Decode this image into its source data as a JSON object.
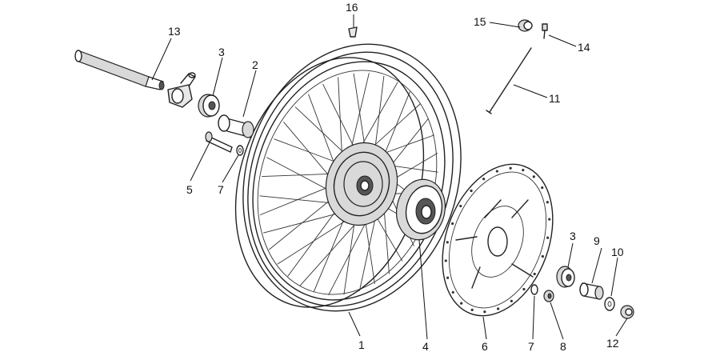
{
  "callouts": [
    {
      "id": "c1",
      "text": "1"
    },
    {
      "id": "c2",
      "text": "2"
    },
    {
      "id": "c3a",
      "text": "3"
    },
    {
      "id": "c3b",
      "text": "3"
    },
    {
      "id": "c4",
      "text": "4"
    },
    {
      "id": "c5",
      "text": "5"
    },
    {
      "id": "c6",
      "text": "6"
    },
    {
      "id": "c7a",
      "text": "7"
    },
    {
      "id": "c7b",
      "text": "7"
    },
    {
      "id": "c8",
      "text": "8"
    },
    {
      "id": "c9",
      "text": "9"
    },
    {
      "id": "c10",
      "text": "10"
    },
    {
      "id": "c11",
      "text": "11"
    },
    {
      "id": "c12",
      "text": "12"
    },
    {
      "id": "c13",
      "text": "13"
    },
    {
      "id": "c14",
      "text": "14"
    },
    {
      "id": "c15",
      "text": "15"
    },
    {
      "id": "c16",
      "text": "16"
    }
  ]
}
